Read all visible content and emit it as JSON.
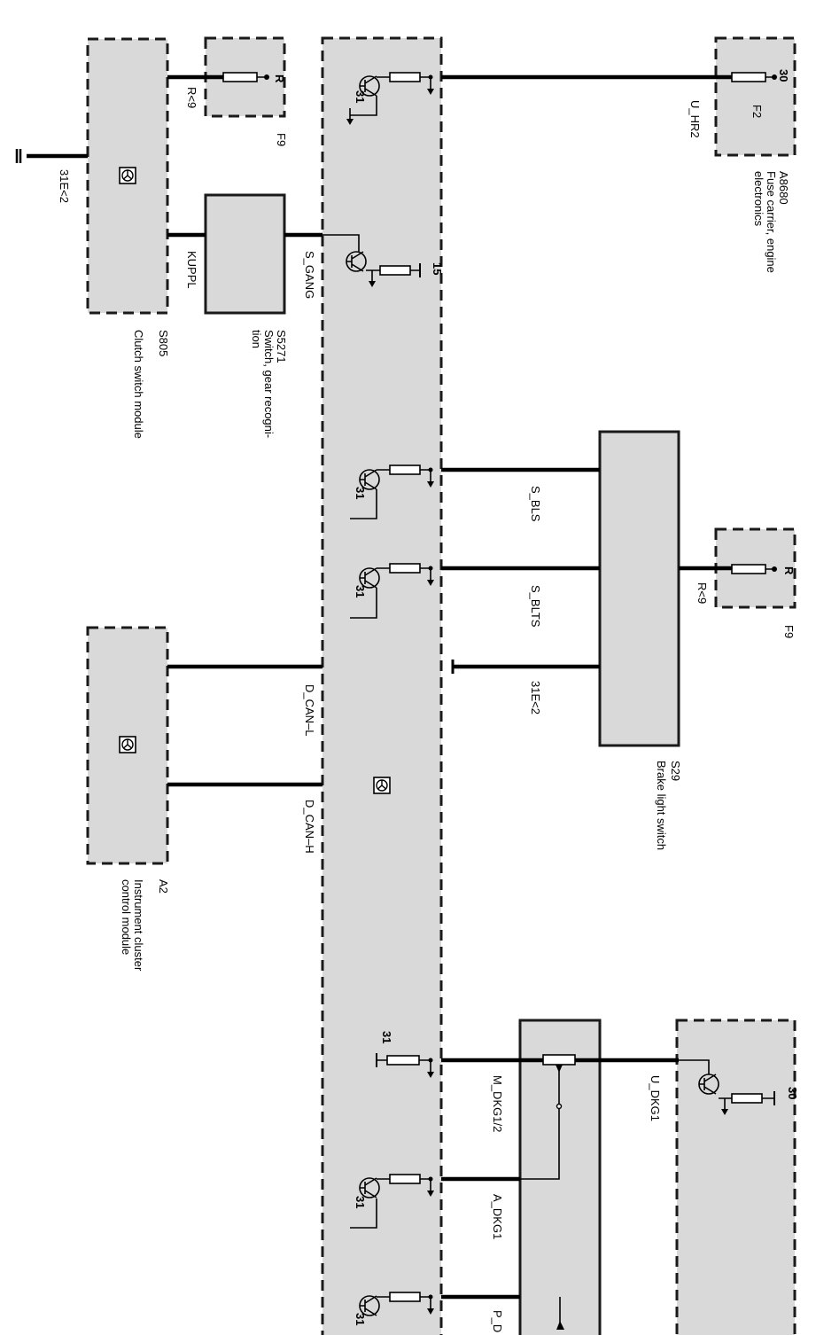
{
  "components": {
    "fuse_carrier": {
      "id": "A8680",
      "name": "Fuse carrier, engine electronics",
      "name_line1": "Fuse carrier, engine",
      "name_line2": "electronics",
      "fuse": "F2",
      "terminal": "30"
    },
    "clutch_switch": {
      "id": "S805",
      "name": "Clutch switch module"
    },
    "gear_switch": {
      "id": "S5271",
      "name_line1": "Switch, gear recogni-",
      "name_line2": "tion"
    },
    "brake_switch": {
      "id": "S29",
      "name": "Brake light switch"
    },
    "instrument_cluster": {
      "id": "A2",
      "name_line1": "Instrument cluster",
      "name_line2": "control module"
    },
    "fuse_f9_top": {
      "id": "F9",
      "terminal": "R"
    },
    "fuse_f9_right": {
      "id": "F9",
      "terminal": "R"
    }
  },
  "signals": {
    "u_hr2": "U_HR2",
    "r9_top": "R<9",
    "r9_right": "R<9",
    "ground_31e2_top": "31E<2",
    "ground_31e2_right": "31E<2",
    "kuppl": "KUPPL",
    "s_gang": "S_GANG",
    "s_bls": "S_BLS",
    "s_blts": "S_BLTS",
    "d_can_l": "D_CAN–L",
    "d_can_h": "D_CAN–H",
    "u_dkg1": "U_DKG1",
    "m_dkg12": "M_DKG1/2",
    "a_dkg1": "A_DKG1",
    "p_dkg": "P_D"
  },
  "terminals": {
    "t31": "31",
    "t15": "15",
    "t30": "30"
  },
  "icons": [
    "ground-symbol-icon",
    "transistor-icon",
    "resistor-icon",
    "fuse-icon",
    "control-unit-icon"
  ]
}
